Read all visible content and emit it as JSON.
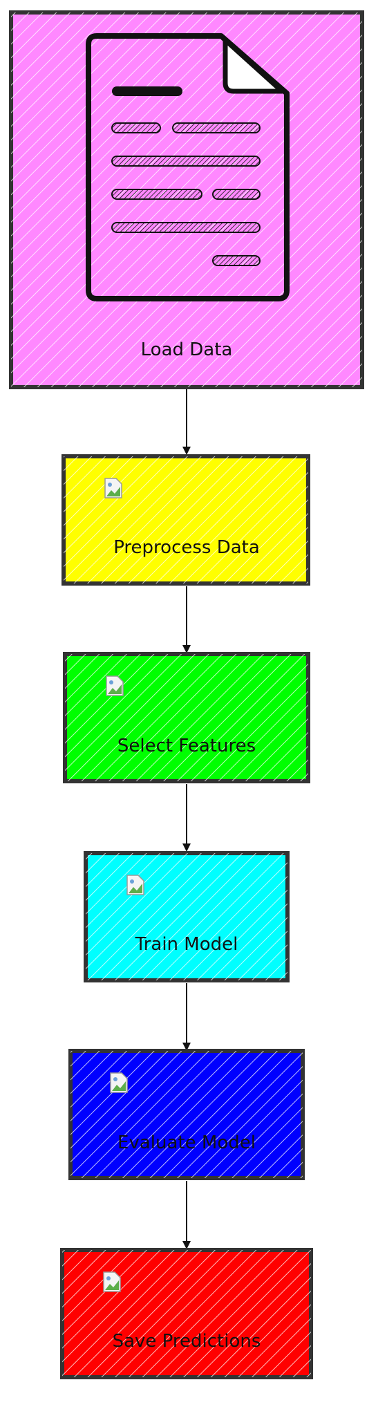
{
  "colors": {
    "stroke": "#333333",
    "arrow": "#111111",
    "hatch": "#ffffff"
  },
  "nodes": [
    {
      "id": "load-data",
      "label": "Load Data",
      "fill": "#ff88ff",
      "icon": "document-icon"
    },
    {
      "id": "preprocess-data",
      "label": "Preprocess Data",
      "fill": "#ffff00",
      "icon": "broken-image-icon"
    },
    {
      "id": "select-features",
      "label": "Select Features",
      "fill": "#00ff00",
      "icon": "broken-image-icon"
    },
    {
      "id": "train-model",
      "label": "Train Model",
      "fill": "#00ffff",
      "icon": "broken-image-icon"
    },
    {
      "id": "evaluate-model",
      "label": "Evaluate Model",
      "fill": "#0000ff",
      "icon": "broken-image-icon"
    },
    {
      "id": "save-predictions",
      "label": "Save Predictions",
      "fill": "#ff0000",
      "icon": "broken-image-icon"
    }
  ],
  "edges": [
    {
      "from": "load-data",
      "to": "preprocess-data"
    },
    {
      "from": "preprocess-data",
      "to": "select-features"
    },
    {
      "from": "select-features",
      "to": "train-model"
    },
    {
      "from": "train-model",
      "to": "evaluate-model"
    },
    {
      "from": "evaluate-model",
      "to": "save-predictions"
    }
  ]
}
